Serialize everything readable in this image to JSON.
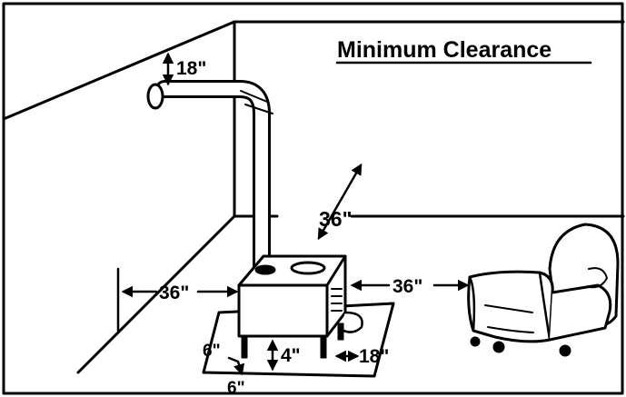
{
  "diagram": {
    "title": "Minimum Clearance",
    "labels": {
      "ceiling_clearance": "18\"",
      "back_wall_clearance": "36\"",
      "side_wall_clearance": "36\"",
      "front_furniture_clearance": "36\"",
      "hearth_front": "6\"",
      "hearth_front_lower": "6\"",
      "leg_height": "4\"",
      "hearth_side": "18\""
    },
    "colors": {
      "ink": "#000000",
      "background": "#ffffff"
    },
    "icons": [
      "wood-stove-icon",
      "stovepipe-icon",
      "armchair-icon",
      "floor-protector-icon"
    ]
  }
}
